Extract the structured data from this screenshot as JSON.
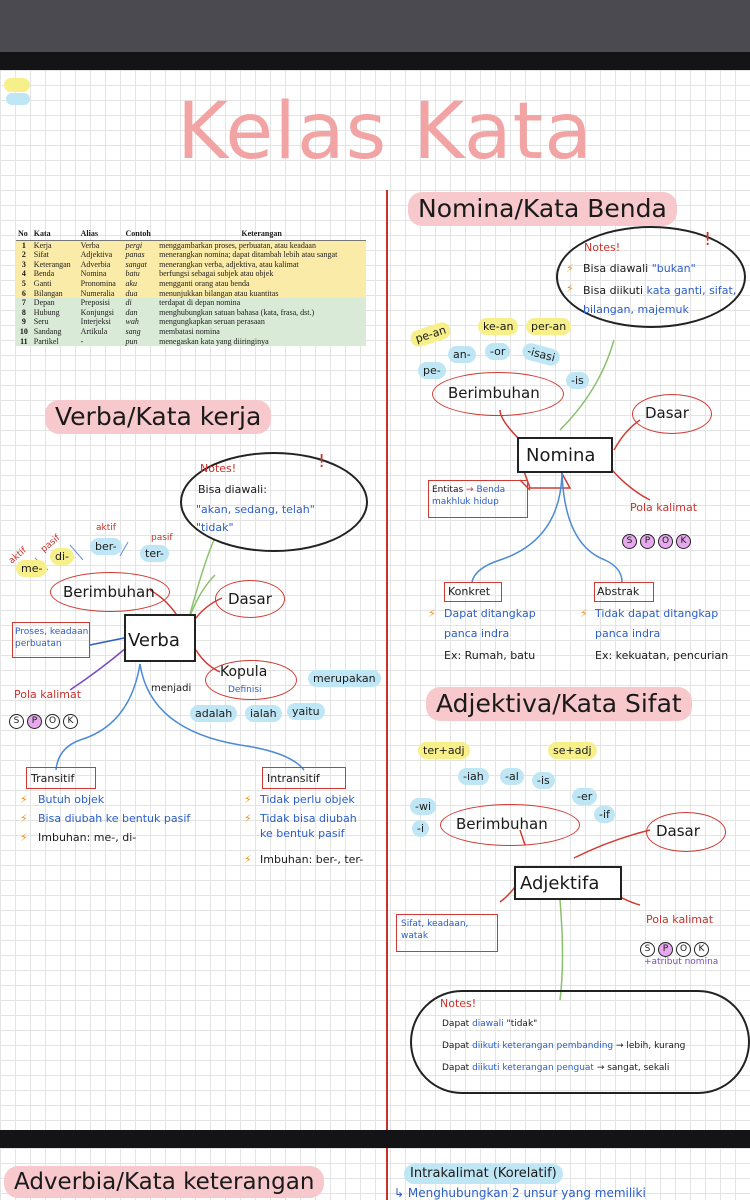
{
  "title": "Kelas Kata",
  "table": {
    "headers": [
      "No",
      "Kata",
      "Alias",
      "Contoh",
      "Keterangan"
    ],
    "rows": [
      {
        "no": "1",
        "kata": "Kerja",
        "alias": "Verba",
        "contoh": "pergi",
        "ket": "menggambarkan proses, perbuatan, atau keadaan",
        "tone": "y"
      },
      {
        "no": "2",
        "kata": "Sifat",
        "alias": "Adjektiva",
        "contoh": "panas",
        "ket": "menerangkan nomina; dapat ditambah lebih atau sangat",
        "tone": "y"
      },
      {
        "no": "3",
        "kata": "Keterangan",
        "alias": "Adverbia",
        "contoh": "sangat",
        "ket": "menerangkan verba, adjektiva, atau kalimat",
        "tone": "y"
      },
      {
        "no": "4",
        "kata": "Benda",
        "alias": "Nomina",
        "contoh": "batu",
        "ket": "berfungsi sebagai subjek atau objek",
        "tone": "y"
      },
      {
        "no": "5",
        "kata": "Ganti",
        "alias": "Pronomina",
        "contoh": "aku",
        "ket": "mengganti orang atau benda",
        "tone": "y"
      },
      {
        "no": "6",
        "kata": "Bilangan",
        "alias": "Numeralia",
        "contoh": "dua",
        "ket": "menunjukkan bilangan atau kuantitas",
        "tone": "y"
      },
      {
        "no": "7",
        "kata": "Depan",
        "alias": "Preposisi",
        "contoh": "di",
        "ket": "terdapat di depan nomina",
        "tone": "g"
      },
      {
        "no": "8",
        "kata": "Hubung",
        "alias": "Konjungsi",
        "contoh": "dan",
        "ket": "menghubungkan satuan bahasa (kata, frasa, dst.)",
        "tone": "g"
      },
      {
        "no": "9",
        "kata": "Seru",
        "alias": "Interjeksi",
        "contoh": "wah",
        "ket": "mengungkapkan seruan perasaan",
        "tone": "g"
      },
      {
        "no": "10",
        "kata": "Sandang",
        "alias": "Artikula",
        "contoh": "sang",
        "ket": "membatasi nomina",
        "tone": "g"
      },
      {
        "no": "11",
        "kata": "Partikel",
        "alias": "-",
        "contoh": "pun",
        "ket": "menegaskan kata yang diiringinya",
        "tone": "g"
      }
    ]
  },
  "verba": {
    "heading": "Verba/Kata kerja",
    "notes_title": "Notes!",
    "notes_line1": "Bisa diawali:",
    "notes_line2": "\"akan, sedang, telah\"",
    "notes_line3": "\"tidak\"",
    "center": "Verba",
    "berimbuhan": "Berimbuhan",
    "dasar": "Dasar",
    "aktif1": "aktif",
    "pasif1": "pasif",
    "aktif2": "aktif",
    "pasif2": "pasif",
    "me": "me-",
    "di": "di-",
    "ber": "ber-",
    "ter": "ter-",
    "proses": "Proses, keadaan perbuatan",
    "kopula": "Kopula",
    "definisi": "Definisi",
    "menjadi": "menjadi",
    "merupakan": "merupakan",
    "adalah": "adalah",
    "ialah": "ialah",
    "yaitu": "yaitu",
    "pola": "Pola kalimat",
    "spok": [
      "S",
      "P",
      "O",
      "K"
    ],
    "transitif": "Transitif",
    "transitif_items": [
      "Butuh objek",
      "Bisa diubah ke bentuk pasif",
      "Imbuhan: me-, di-"
    ],
    "intransitif": "Intransitif",
    "intransitif_items": [
      "Tidak perlu objek",
      "Tidak bisa diubah ke bentuk pasif",
      "Imbuhan: ber-, ter-"
    ]
  },
  "nomina": {
    "heading": "Nomina/Kata Benda",
    "notes_title": "Notes!",
    "note1_a": "Bisa diawali ",
    "note1_b": "\"bukan\"",
    "note2_a": "Bisa diikuti ",
    "note2_b": "kata ganti, sifat, bilangan, majemuk",
    "prefixes": [
      "pe-an",
      "ke-an",
      "per-an",
      "an-",
      "-or",
      "-isasi",
      "pe-",
      "-is"
    ],
    "berimbuhan": "Berimbuhan",
    "dasar": "Dasar",
    "center": "Nomina",
    "entitas_a": "Entitas",
    "entitas_b": "Benda makhluk hidup",
    "pola": "Pola kalimat",
    "spok": [
      "S",
      "P",
      "O",
      "K"
    ],
    "konkret": "Konkret",
    "konkret_l1": "Dapat ditangkap",
    "konkret_l2": "panca indra",
    "konkret_ex": "Ex: Rumah, batu",
    "abstrak": "Abstrak",
    "abstrak_l1": "Tidak dapat ditangkap",
    "abstrak_l2": "panca indra",
    "abstrak_ex": "Ex: kekuatan, pencurian"
  },
  "adjektiva": {
    "heading": "Adjektiva/Kata Sifat",
    "ter_adj": "ter+adj",
    "se_adj": "se+adj",
    "suffixes": [
      "-iah",
      "-al",
      "-is",
      "-wi",
      "-er",
      "-i",
      "-if"
    ],
    "berimbuhan": "Berimbuhan",
    "dasar": "Dasar",
    "center": "Adjektifa",
    "sifat": "Sifat, keadaan, watak",
    "pola": "Pola kalimat",
    "spok": [
      "S",
      "P",
      "O",
      "K"
    ],
    "atribut": "+atribut nomina",
    "notes_title": "Notes!",
    "n1_a": "Dapat ",
    "n1_b": "diawali",
    "n1_c": " \"tidak\"",
    "n2_a": "Dapat ",
    "n2_b": "diikuti",
    "n2_c": " keterangan pembanding",
    "n2_d": " → lebih, kurang",
    "n3_a": "Dapat ",
    "n3_b": "diikuti",
    "n3_c": " keterangan penguat",
    "n3_d": " → sangat, sekali"
  },
  "adverbia": {
    "heading": "Adverbia/Kata keterangan",
    "intra": "Intrakalimat (Korelatif)",
    "intra_desc": "↳ Menghubungkan 2 unsur yang memiliki"
  }
}
